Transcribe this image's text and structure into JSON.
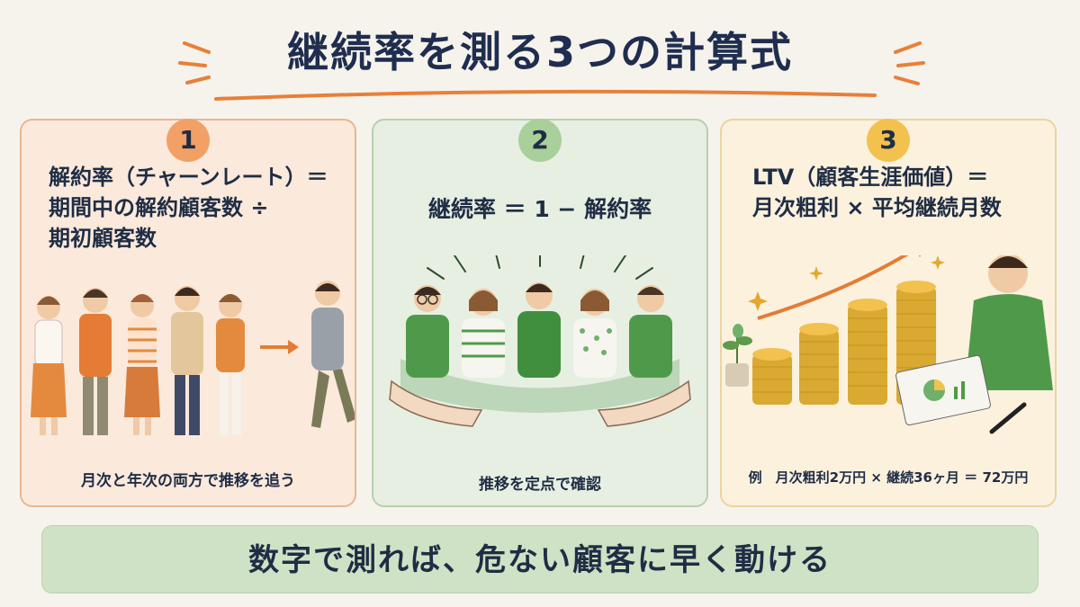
{
  "title": "継続率を測る3つの計算式",
  "cards": [
    {
      "number": "1",
      "formula_lines": [
        "解約率（チャーンレート）＝",
        "期間中の解約顧客数 ÷",
        "期初顧客数"
      ],
      "caption": "月次と年次の両方で推移を追う"
    },
    {
      "number": "2",
      "formula_lines": [
        "継続率 ＝ 1 − 解約率"
      ],
      "caption": "推移を定点で確認"
    },
    {
      "number": "3",
      "formula_lines": [
        "LTV（顧客生涯価値）＝",
        "月次粗利 × 平均継続月数"
      ],
      "caption": "例　月次粗利2万円 × 継続36ヶ月 ＝ 72万円"
    }
  ],
  "banner": "数字で測れば、危ない顧客に早く動ける",
  "colors": {
    "accent_orange": "#f2a066",
    "accent_green": "#a9cf9b",
    "accent_gold": "#f2c14e",
    "navy": "#1f2d4f"
  },
  "icons": [
    "yen-coin-icon",
    "clipboard-chart-icon",
    "pen-icon",
    "plant-icon",
    "sparkle-icon",
    "arrow-icon"
  ]
}
